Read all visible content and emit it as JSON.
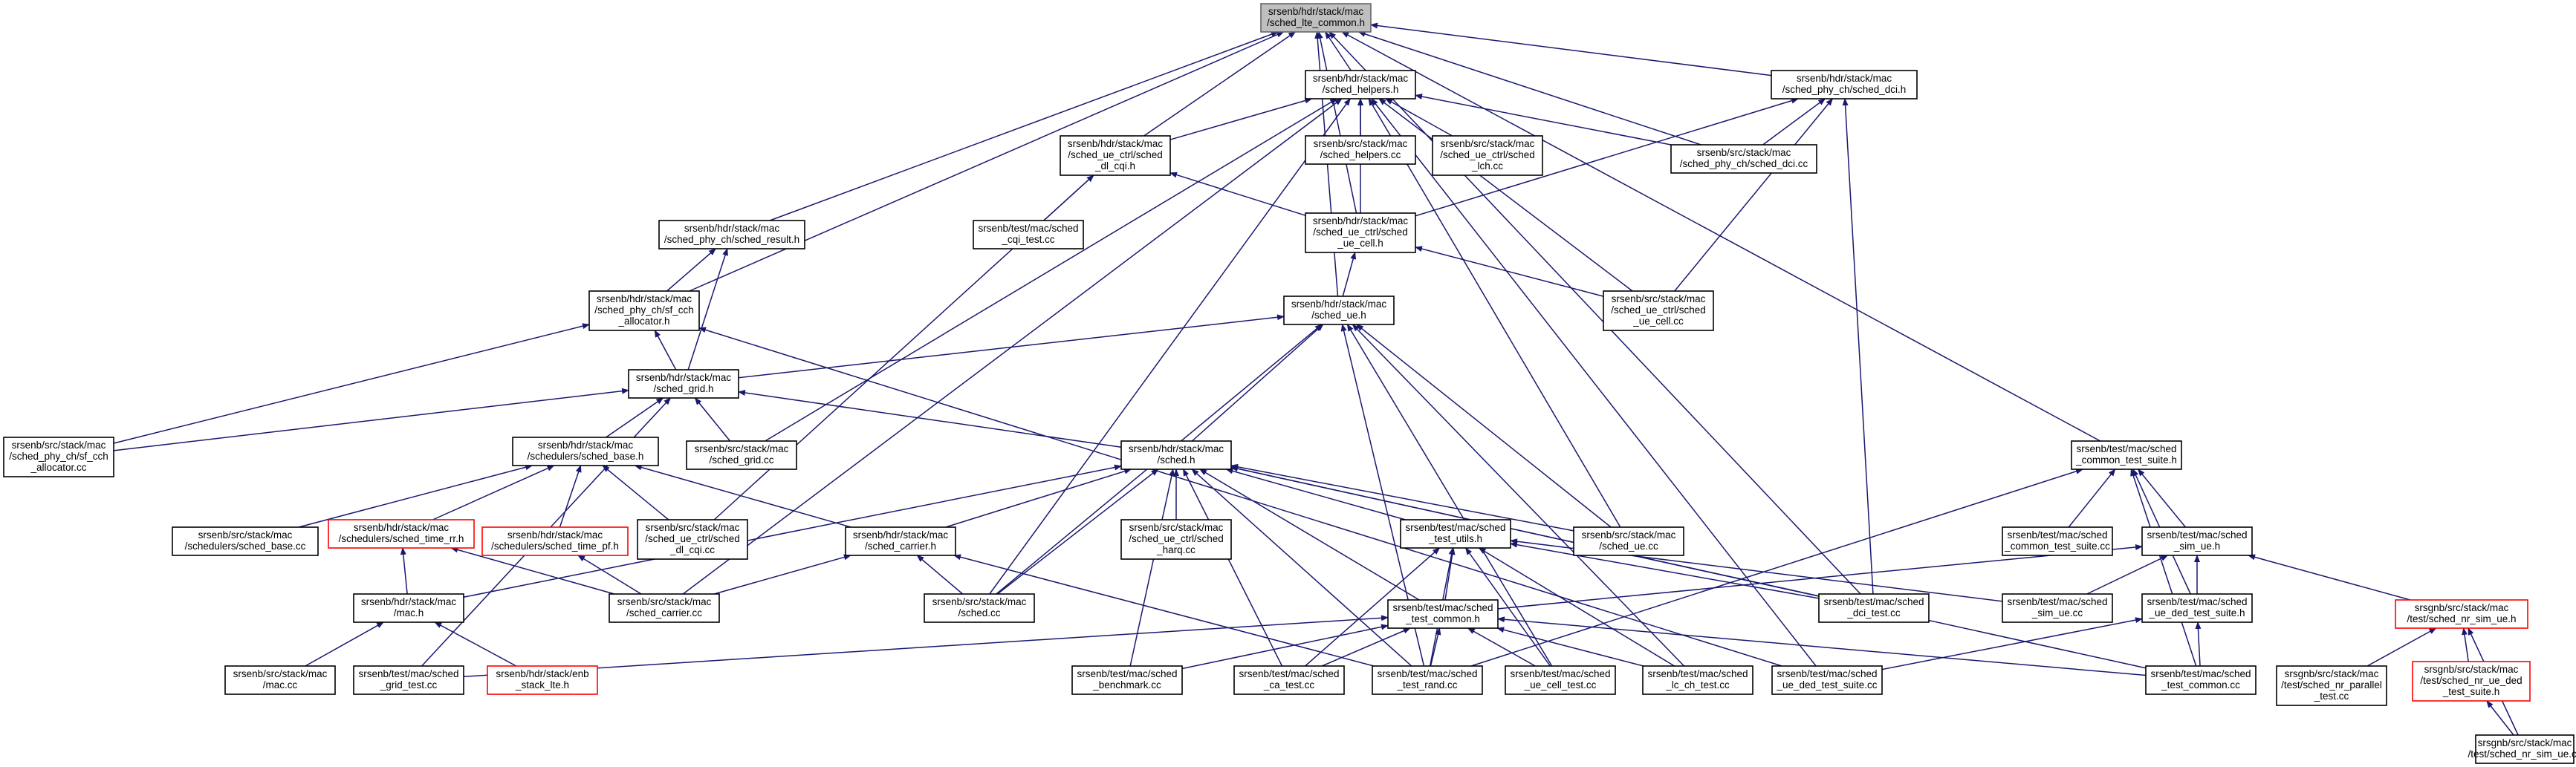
{
  "colors": {
    "edge": "#191970",
    "root_fill": "#bfbfbf",
    "normal_border": "#000000",
    "truncated_border": "#ff0000"
  },
  "nodes": {
    "n_root": {
      "lines": [
        "srsenb/hdr/stack/mac",
        "/sched_lte_common.h"
      ]
    },
    "n_helpers": {
      "lines": [
        "srsenb/hdr/stack/mac",
        "/sched_helpers.h"
      ]
    },
    "n_phy_dci_h": {
      "lines": [
        "srsenb/hdr/stack/mac",
        "/sched_phy_ch/sched_dci.h"
      ]
    },
    "n_dl_cqi_h": {
      "lines": [
        "srsenb/hdr/stack/mac",
        "/sched_ue_ctrl/sched",
        "_dl_cqi.h"
      ]
    },
    "n_helpers_cc": {
      "lines": [
        "srsenb/src/stack/mac",
        "/sched_helpers.cc"
      ]
    },
    "n_lch_cc": {
      "lines": [
        "srsenb/src/stack/mac",
        "/sched_ue_ctrl/sched",
        "_lch.cc"
      ]
    },
    "n_dci_cc": {
      "lines": [
        "srsenb/src/stack/mac",
        "/sched_phy_ch/sched_dci.cc"
      ]
    },
    "n_result_h": {
      "lines": [
        "srsenb/hdr/stack/mac",
        "/sched_phy_ch/sched_result.h"
      ]
    },
    "n_cqi_test": {
      "lines": [
        "srsenb/test/mac/sched",
        "_cqi_test.cc"
      ]
    },
    "n_ue_cell_h": {
      "lines": [
        "srsenb/hdr/stack/mac",
        "/sched_ue_ctrl/sched",
        "_ue_cell.h"
      ]
    },
    "n_ue_cell_cc": {
      "lines": [
        "srsenb/src/stack/mac",
        "/sched_ue_ctrl/sched",
        "_ue_cell.cc"
      ]
    },
    "n_cch_h": {
      "lines": [
        "srsenb/hdr/stack/mac",
        "/sched_phy_ch/sf_cch",
        "_allocator.h"
      ]
    },
    "n_sched_ue_h": {
      "lines": [
        "srsenb/hdr/stack/mac",
        "/sched_ue.h"
      ]
    },
    "n_grid_h": {
      "lines": [
        "srsenb/hdr/stack/mac",
        "/sched_grid.h"
      ]
    },
    "n_cch_cc": {
      "lines": [
        "srsenb/src/stack/mac",
        "/sched_phy_ch/sf_cch",
        "_allocator.cc"
      ]
    },
    "n_base_h": {
      "lines": [
        "srsenb/hdr/stack/mac",
        "/schedulers/sched_base.h"
      ]
    },
    "n_grid_cc": {
      "lines": [
        "srsenb/src/stack/mac",
        "/sched_grid.cc"
      ]
    },
    "n_sched_h": {
      "lines": [
        "srsenb/hdr/stack/mac",
        "/sched.h"
      ]
    },
    "n_common_suite_h": {
      "lines": [
        "srsenb/test/mac/sched",
        "_common_test_suite.h"
      ]
    },
    "n_base_cc": {
      "lines": [
        "srsenb/src/stack/mac",
        "/schedulers/sched_base.cc"
      ]
    },
    "n_time_rr_h": {
      "lines": [
        "srsenb/hdr/stack/mac",
        "/schedulers/sched_time_rr.h"
      ]
    },
    "n_time_pf_h": {
      "lines": [
        "srsenb/hdr/stack/mac",
        "/schedulers/sched_time_pf.h"
      ]
    },
    "n_dl_cqi_cc": {
      "lines": [
        "srsenb/src/stack/mac",
        "/sched_ue_ctrl/sched",
        "_dl_cqi.cc"
      ]
    },
    "n_carrier_h": {
      "lines": [
        "srsenb/hdr/stack/mac",
        "/sched_carrier.h"
      ]
    },
    "n_harq_cc": {
      "lines": [
        "srsenb/src/stack/mac",
        "/sched_ue_ctrl/sched",
        "_harq.cc"
      ]
    },
    "n_test_utils_h": {
      "lines": [
        "srsenb/test/mac/sched",
        "_test_utils.h"
      ]
    },
    "n_sched_ue_cc": {
      "lines": [
        "srsenb/src/stack/mac",
        "/sched_ue.cc"
      ]
    },
    "n_common_suite_cc": {
      "lines": [
        "srsenb/test/mac/sched",
        "_common_test_suite.cc"
      ]
    },
    "n_sim_ue_h": {
      "lines": [
        "srsenb/test/mac/sched",
        "_sim_ue.h"
      ]
    },
    "n_mac_h": {
      "lines": [
        "srsenb/hdr/stack/mac",
        "/mac.h"
      ]
    },
    "n_carrier_cc": {
      "lines": [
        "srsenb/src/stack/mac",
        "/sched_carrier.cc"
      ]
    },
    "n_sched_cc": {
      "lines": [
        "srsenb/src/stack/mac",
        "/sched.cc"
      ]
    },
    "n_test_common_h": {
      "lines": [
        "srsenb/test/mac/sched",
        "_test_common.h"
      ]
    },
    "n_dci_test": {
      "lines": [
        "srsenb/test/mac/sched",
        "_dci_test.cc"
      ]
    },
    "n_sim_ue_cc": {
      "lines": [
        "srsenb/test/mac/sched",
        "_sim_ue.cc"
      ]
    },
    "n_ded_suite_h": {
      "lines": [
        "srsenb/test/mac/sched",
        "_ue_ded_test_suite.h"
      ]
    },
    "n_nr_sim_ue_h": {
      "lines": [
        "srsgnb/src/stack/mac",
        "/test/sched_nr_sim_ue.h"
      ]
    },
    "n_mac_cc": {
      "lines": [
        "srsenb/src/stack/mac",
        "/mac.cc"
      ]
    },
    "n_grid_test": {
      "lines": [
        "srsenb/test/mac/sched",
        "_grid_test.cc"
      ]
    },
    "n_enb_stack_h": {
      "lines": [
        "srsenb/hdr/stack/enb",
        "_stack_lte.h"
      ]
    },
    "n_benchmark": {
      "lines": [
        "srsenb/test/mac/sched",
        "_benchmark.cc"
      ]
    },
    "n_ca_test": {
      "lines": [
        "srsenb/test/mac/sched",
        "_ca_test.cc"
      ]
    },
    "n_rand_test": {
      "lines": [
        "srsenb/test/mac/sched",
        "_test_rand.cc"
      ]
    },
    "n_ue_cell_test": {
      "lines": [
        "srsenb/test/mac/sched",
        "_ue_cell_test.cc"
      ]
    },
    "n_lc_ch_test": {
      "lines": [
        "srsenb/test/mac/sched",
        "_lc_ch_test.cc"
      ]
    },
    "n_ded_suite_cc": {
      "lines": [
        "srsenb/test/mac/sched",
        "_ue_ded_test_suite.cc"
      ]
    },
    "n_test_common_cc": {
      "lines": [
        "srsenb/test/mac/sched",
        "_test_common.cc"
      ]
    },
    "n_nr_parallel": {
      "lines": [
        "srsgnb/src/stack/mac",
        "/test/sched_nr_parallel",
        "_test.cc"
      ]
    },
    "n_nr_ded_suite_h": {
      "lines": [
        "srsgnb/src/stack/mac",
        "/test/sched_nr_ue_ded",
        "_test_suite.h"
      ]
    },
    "n_nr_sim_ue_cc": {
      "lines": [
        "srsgnb/src/stack/mac",
        "/test/sched_nr_sim_ue.cc"
      ]
    }
  }
}
